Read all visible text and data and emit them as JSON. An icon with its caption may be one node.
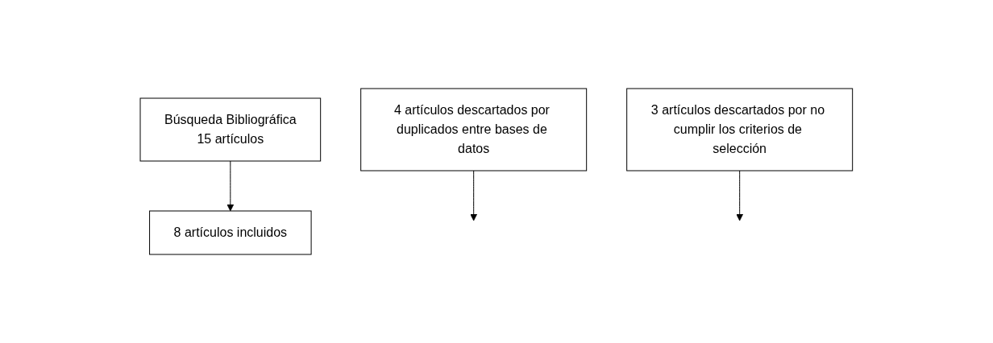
{
  "diagram": {
    "nodes": [
      {
        "text": [
          "Búsqueda Bibliográfica",
          "15 artículos"
        ]
      },
      {
        "text": [
          "4 artículos descartados por duplicados entre bases de datos"
        ]
      },
      {
        "text": [
          "3 artículos descartados por no cumplir los criterios de selección"
        ]
      },
      {
        "text": [
          "8 artículos incluidos"
        ]
      }
    ],
    "edges": [
      {
        "from": 0,
        "to": 3,
        "arrow": "to"
      },
      {
        "from": 1,
        "to": null,
        "arrow": "to"
      },
      {
        "from": 2,
        "to": null,
        "arrow": "to"
      }
    ]
  }
}
